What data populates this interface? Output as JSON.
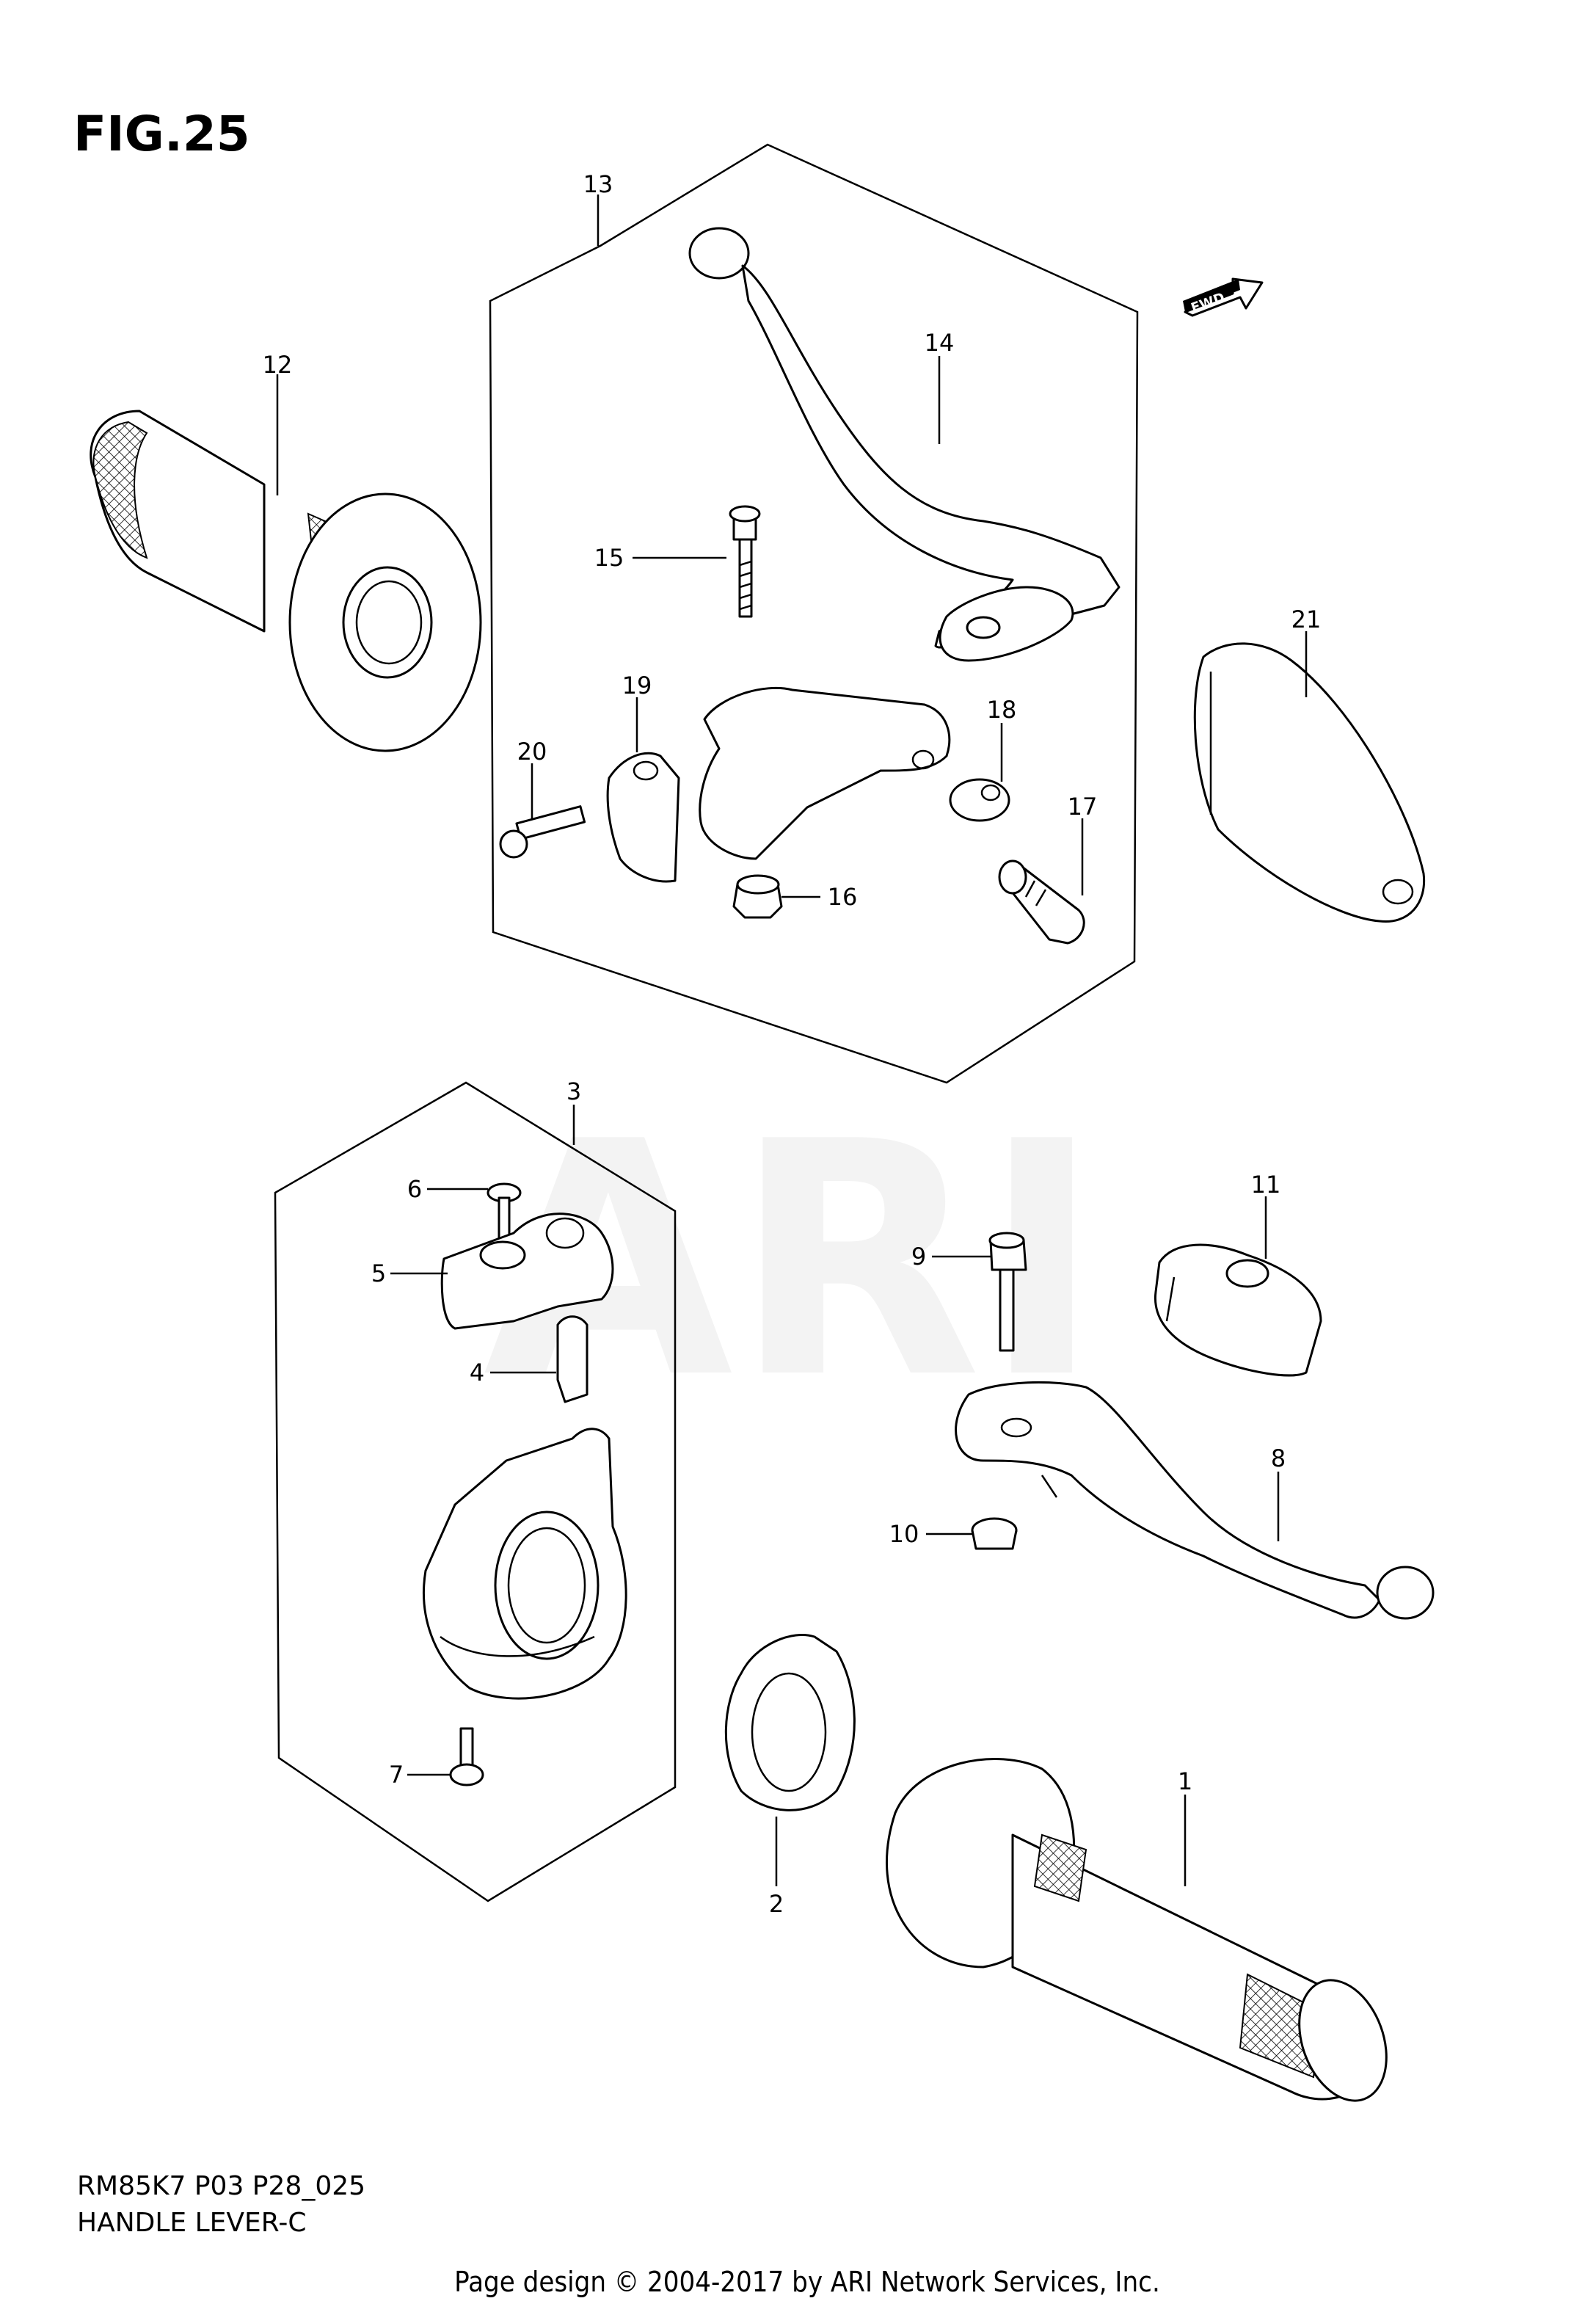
{
  "figure": {
    "title": "FIG.25",
    "watermark": "ARI",
    "fwd_badge": "FWD"
  },
  "callouts": [
    {
      "id": "1",
      "part": "grip-right"
    },
    {
      "id": "2",
      "part": "throttle-cable-ring"
    },
    {
      "id": "3",
      "part": "throttle-housing-assembly"
    },
    {
      "id": "4",
      "part": "cable-clip"
    },
    {
      "id": "5",
      "part": "housing-cover"
    },
    {
      "id": "6",
      "part": "cover-screw"
    },
    {
      "id": "7",
      "part": "housing-screw"
    },
    {
      "id": "8",
      "part": "front-brake-lever"
    },
    {
      "id": "9",
      "part": "brake-lever-bolt"
    },
    {
      "id": "10",
      "part": "brake-lever-nut"
    },
    {
      "id": "11",
      "part": "brake-lever-cover"
    },
    {
      "id": "12",
      "part": "grip-left"
    },
    {
      "id": "13",
      "part": "clutch-lever-assembly"
    },
    {
      "id": "14",
      "part": "clutch-lever"
    },
    {
      "id": "15",
      "part": "clutch-lever-bolt"
    },
    {
      "id": "16",
      "part": "clutch-lever-nut"
    },
    {
      "id": "17",
      "part": "cable-adjuster"
    },
    {
      "id": "18",
      "part": "adjuster-nut"
    },
    {
      "id": "19",
      "part": "lever-clamp"
    },
    {
      "id": "20",
      "part": "clamp-bolt"
    },
    {
      "id": "21",
      "part": "clutch-lever-cover"
    }
  ],
  "footer": {
    "model_code": "RM85K7 P03 P28_025",
    "section_title": "HANDLE LEVER-C",
    "credit": "Page design © 2004-2017 by ARI Network Services, Inc."
  }
}
